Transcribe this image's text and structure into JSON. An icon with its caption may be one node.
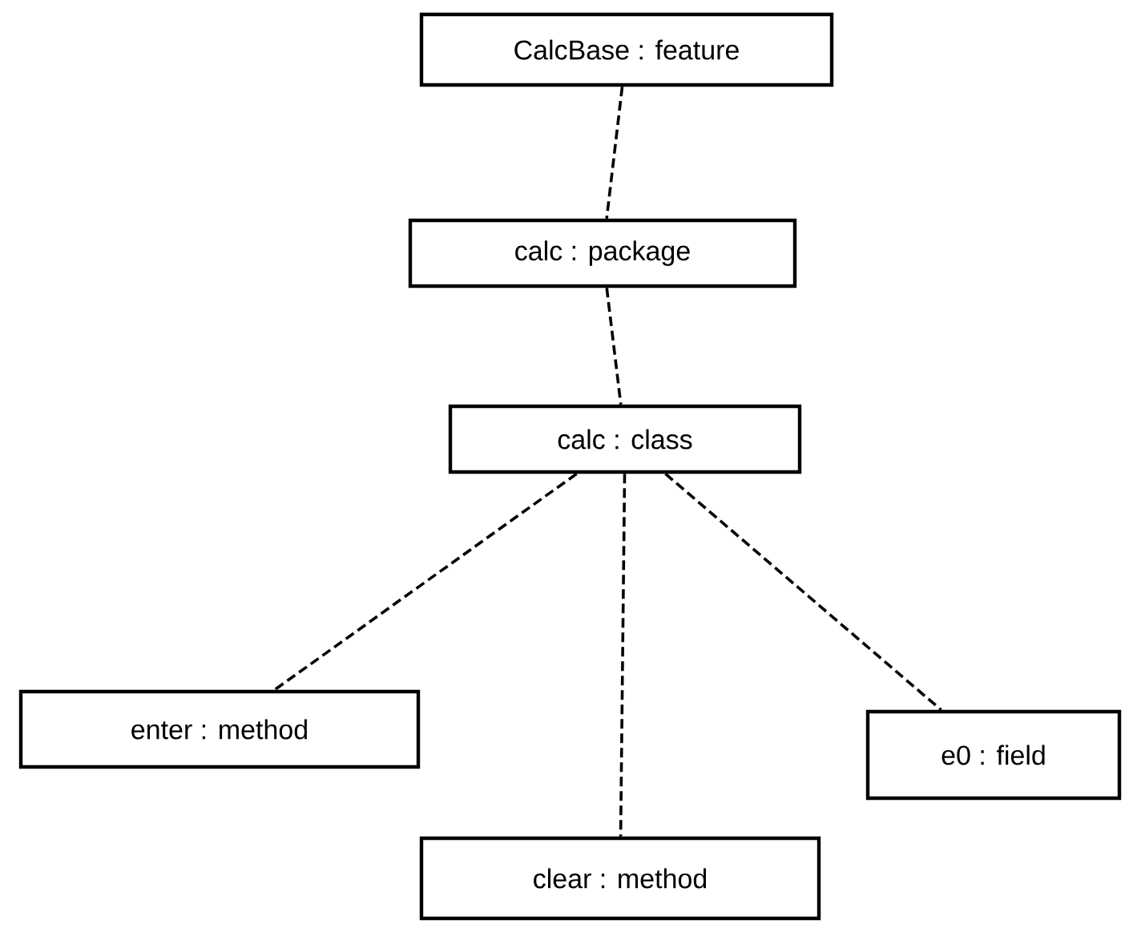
{
  "diagram": {
    "nodes": [
      {
        "text": [
          "CalcBase : feature"
        ]
      },
      {
        "text": [
          "calc : package"
        ]
      },
      {
        "text": [
          "calc : class"
        ]
      },
      {
        "text": [
          "enter : method"
        ]
      },
      {
        "text": [
          "clear : method"
        ]
      },
      {
        "text": [
          "e0 : field"
        ]
      }
    ],
    "edges": [
      {
        "from": 0,
        "to": 1,
        "arrow": "none",
        "style": "dashed"
      },
      {
        "from": 1,
        "to": 2,
        "arrow": "none",
        "style": "dashed"
      },
      {
        "from": 2,
        "to": 3,
        "arrow": "none",
        "style": "dashed"
      },
      {
        "from": 2,
        "to": 4,
        "arrow": "none",
        "style": "dashed"
      },
      {
        "from": 2,
        "to": 5,
        "arrow": "none",
        "style": "dashed"
      }
    ]
  }
}
